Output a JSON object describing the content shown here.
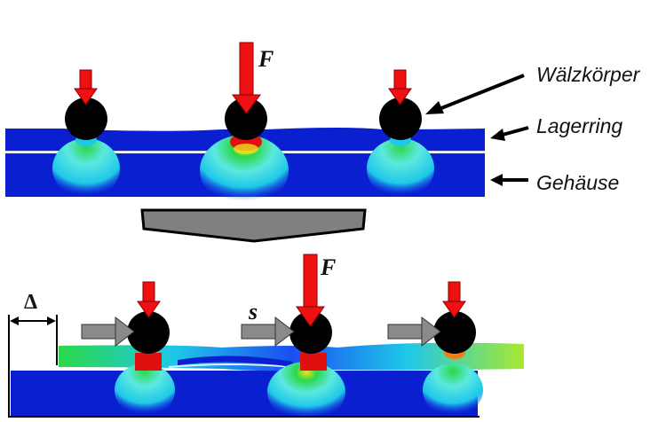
{
  "labels": {
    "rolling_element": "Wälzkörper",
    "bearing_ring": "Lagerring",
    "housing": "Gehäuse",
    "force_top": "F",
    "force_bottom": "F",
    "slip": "s",
    "gap": "Δ"
  },
  "colors": {
    "base_blue": "#0a1fd0",
    "mid_blue": "#1a4ff0",
    "cyan": "#1ec8e8",
    "light_cyan": "#5ce8e0",
    "green": "#2cd84a",
    "yellow_green": "#a8e830",
    "yellow": "#f0e020",
    "orange": "#f08010",
    "red_stress": "#e01010",
    "force_arrow": "#ee1111",
    "shift_arrow": "#8a8a8a",
    "ball": "#000000",
    "transition_arrow": "#808080"
  },
  "icons": {
    "force": "down-arrow-icon",
    "shift": "right-arrow-icon",
    "transition": "down-chevron-icon"
  }
}
